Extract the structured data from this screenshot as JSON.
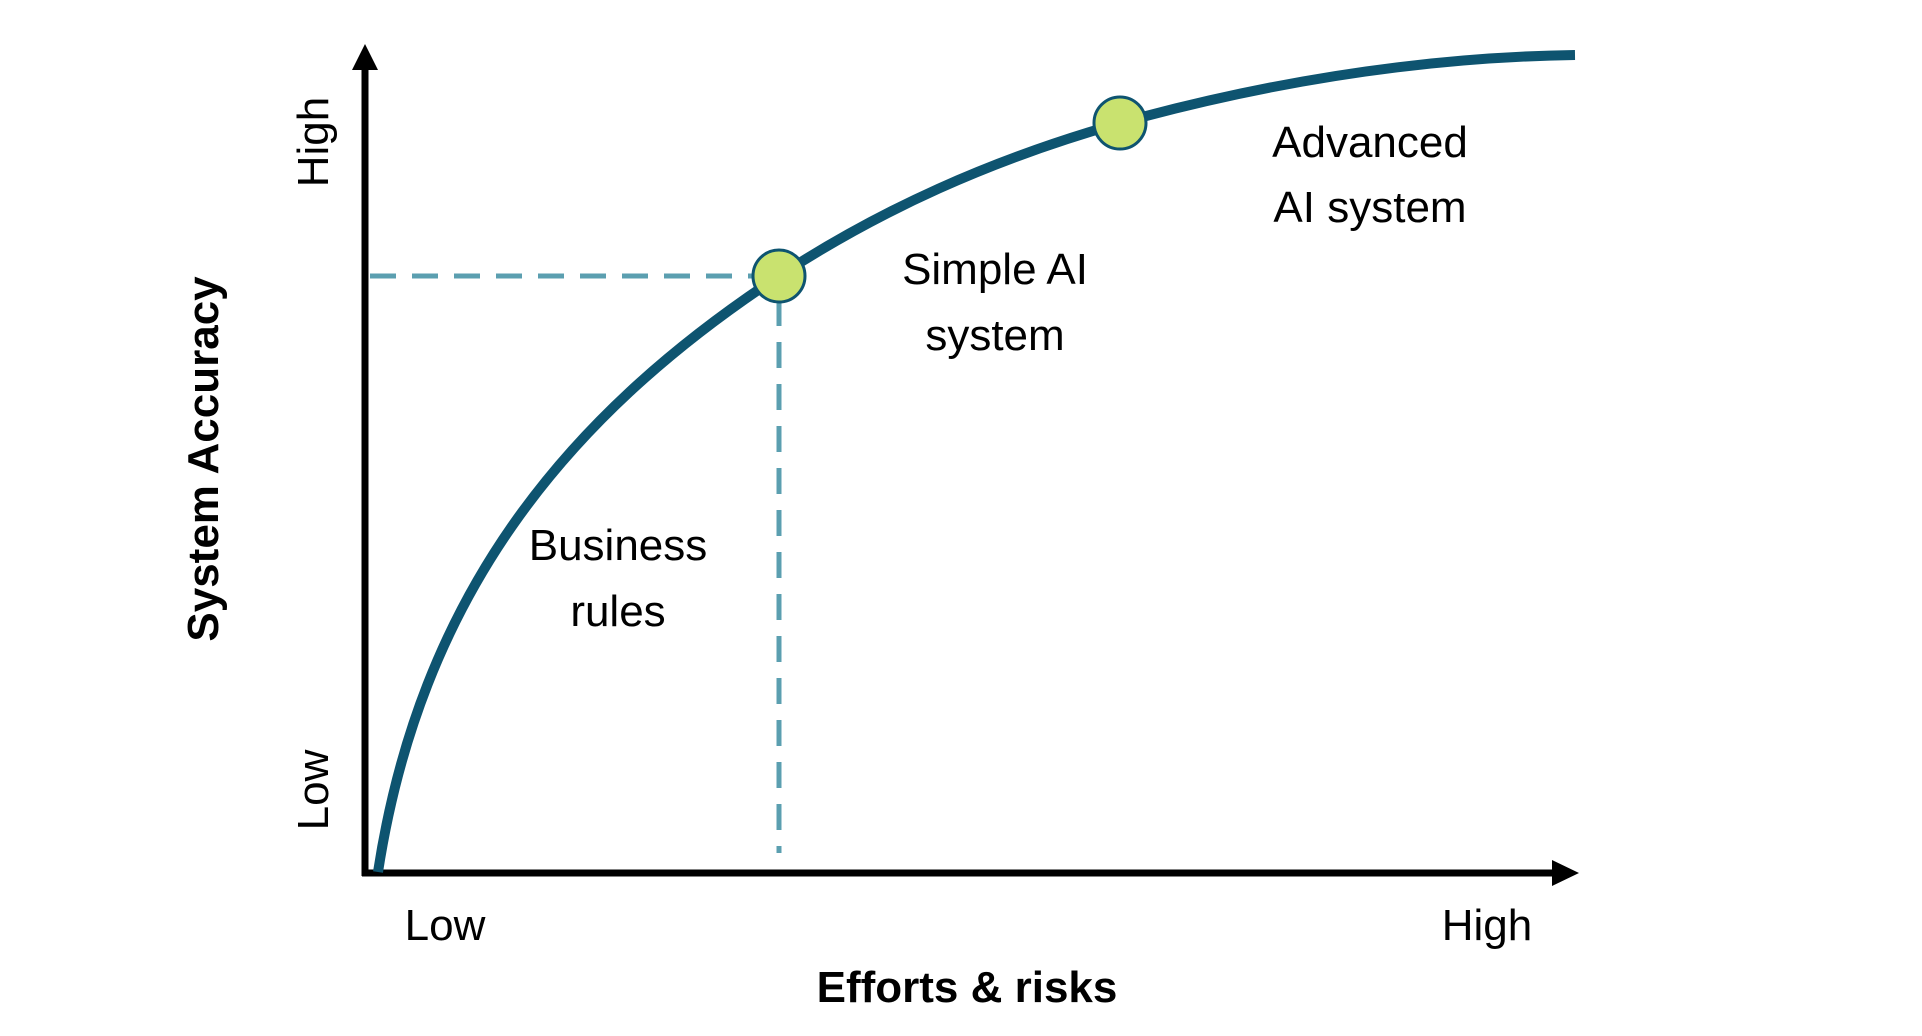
{
  "y_axis": {
    "title": "System Accuracy",
    "low": "Low",
    "high": "High"
  },
  "x_axis": {
    "title": "Efforts & risks",
    "low": "Low",
    "high": "High"
  },
  "annotations": {
    "business_rules": [
      "Business",
      "rules"
    ],
    "simple_ai": [
      "Simple AI",
      "system"
    ],
    "advanced_ai": [
      "Advanced",
      "AI system"
    ]
  },
  "colors": {
    "curve": "#0e5470",
    "dashed": "#5b9fb0",
    "marker": "#c9e26f",
    "axis": "#000000"
  }
}
